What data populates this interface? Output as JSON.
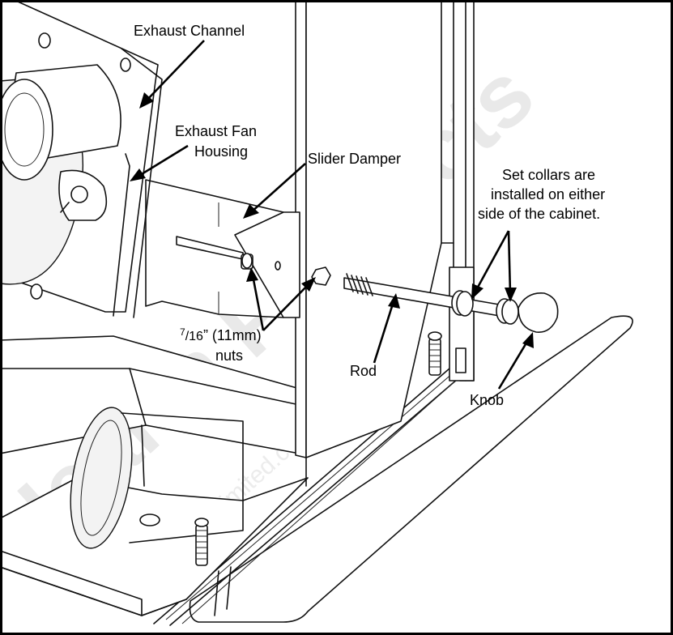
{
  "labels": {
    "exhaust_channel": "Exhaust Channel",
    "exhaust_fan_housing_line1": "Exhaust Fan",
    "exhaust_fan_housing_line2": "Housing",
    "slider_damper": "Slider Damper",
    "set_collars_line1": "Set collars are",
    "set_collars_line2": "installed on either",
    "set_collars_line3": "side of the cabinet.",
    "nuts_sup": "7",
    "nuts_sub": "/16",
    "nuts_line1_rest": "” (11mm)",
    "nuts_line2": "nuts",
    "rod": "Rod",
    "knob": "Knob"
  },
  "watermark": {
    "large": "Hearth Products",
    "small": "www.partsunlimited.com"
  },
  "colors": {
    "line": "#111111",
    "background": "#ffffff",
    "watermark": "#e9e9e9"
  }
}
